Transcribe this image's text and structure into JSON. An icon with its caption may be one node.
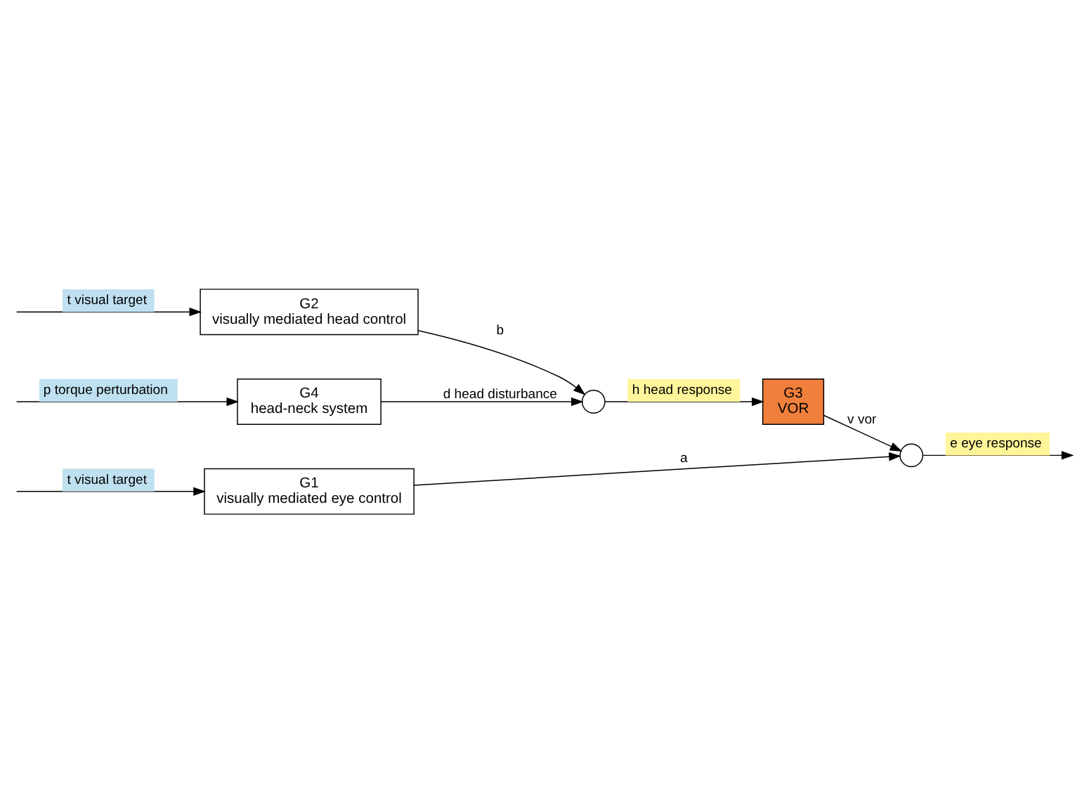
{
  "diagram": {
    "nodes": [
      {
        "text": [
          "G1",
          "visually mediated eye control"
        ]
      },
      {
        "text": [],
        "shape": "circle"
      },
      {
        "text": [
          "G3",
          "VOR"
        ]
      },
      {
        "text": [
          "G2",
          "visually mediated head control"
        ]
      },
      {
        "text": [],
        "shape": "circle"
      },
      {
        "text": [
          "G4",
          "head-neck system"
        ]
      }
    ],
    "edges": [
      {
        "from": null,
        "to": 0,
        "arrow": "to",
        "label": "t visual target"
      },
      {
        "from": 0,
        "to": 1,
        "arrow": "to",
        "label": "a"
      },
      {
        "from": 1,
        "to": null,
        "arrow": "to",
        "label": "e eye response"
      },
      {
        "from": 2,
        "to": 1,
        "arrow": "to",
        "label": "v vor"
      },
      {
        "from": 4,
        "to": 2,
        "arrow": "to",
        "label": "h head response"
      },
      {
        "from": null,
        "to": 3,
        "arrow": "to",
        "label": "t visual target"
      },
      {
        "from": 3,
        "to": 4,
        "arrow": "to",
        "label": "b"
      },
      {
        "from": 5,
        "to": 4,
        "arrow": "to",
        "label": "d head disturbance"
      },
      {
        "from": null,
        "to": 5,
        "arrow": "to",
        "label": "p torque perturbation"
      }
    ]
  }
}
